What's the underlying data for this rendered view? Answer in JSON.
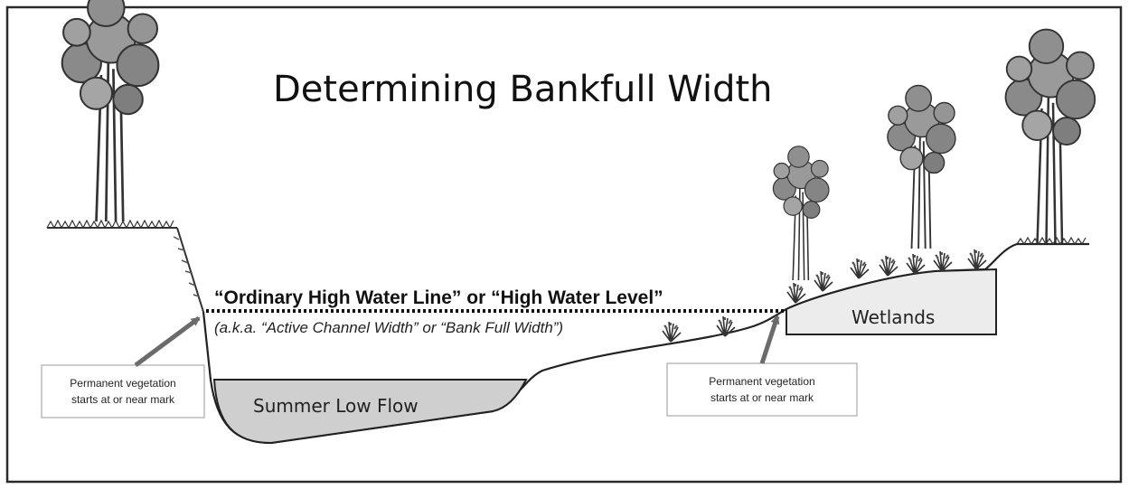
{
  "title": "Determining Bankfull Width",
  "high_water_line": "“Ordinary High Water Line” or “High Water Level”",
  "aka_label": "(a.k.a. “Active Channel Width” or “Bank Full Width”)",
  "regions": {
    "wetlands": "Wetlands",
    "summer_low_flow": "Summer Low Flow"
  },
  "callouts": {
    "left": {
      "line1": "Permanent vegetation",
      "line2": "starts at or near mark"
    },
    "right": {
      "line1": "Permanent vegetation",
      "line2": "starts at or near mark"
    }
  },
  "colors": {
    "water_fill": "#cfcfcf",
    "wetland_fill": "#ececec",
    "line": "#222222",
    "arrow": "#6b6b6b"
  }
}
